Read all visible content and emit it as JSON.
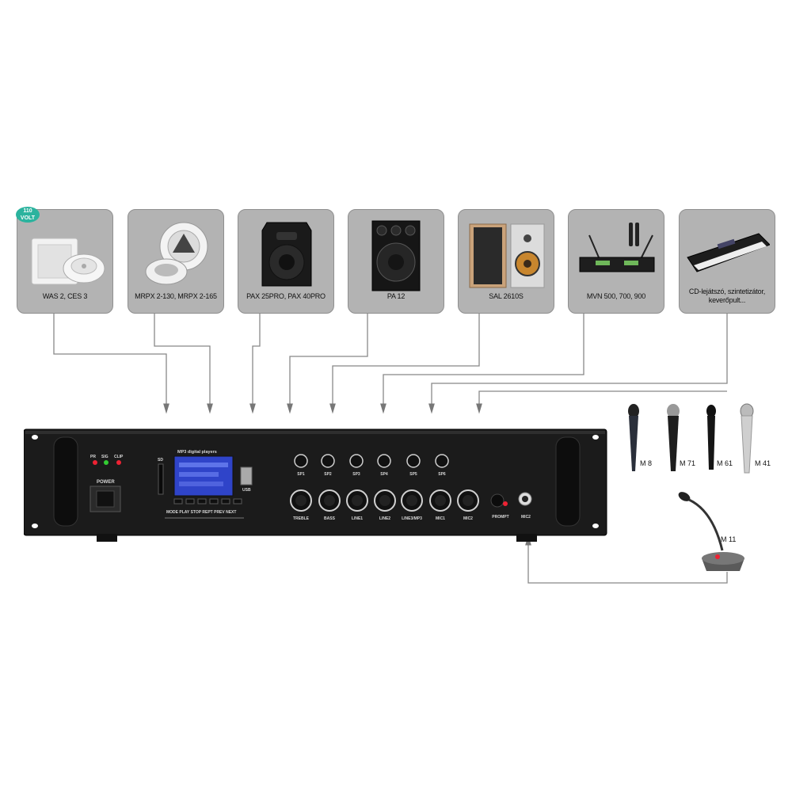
{
  "devices": [
    {
      "id": "was2",
      "label": "WAS 2, CES 3",
      "badge_top": "110",
      "badge_bottom": "VOLT"
    },
    {
      "id": "mrpx",
      "label": "MRPX 2-130, MRPX 2-165"
    },
    {
      "id": "pax",
      "label": "PAX 25PRO, PAX 40PRO"
    },
    {
      "id": "pa12",
      "label": "PA 12"
    },
    {
      "id": "sal",
      "label": "SAL 2610S"
    },
    {
      "id": "mvn",
      "label": "MVN 500, 700, 900"
    },
    {
      "id": "cd",
      "label": "CD-lejátszó, szintetizátor, keverőpult..."
    }
  ],
  "microphones": [
    "M 8",
    "M 71",
    "M 61",
    "M 41",
    "M 11"
  ],
  "amplifier": {
    "power_label": "POWER",
    "led_labels": [
      "PR",
      "SIG",
      "CLIP"
    ],
    "player_title": "MP3 digital players",
    "sd_label": "SD",
    "usb_label": "USB",
    "player_buttons": "MODE PLAY STOP REPT PREV NEXT",
    "speaker_knobs": [
      "SP1",
      "SP2",
      "SP3",
      "SP4",
      "SP5",
      "SP6"
    ],
    "tone_knobs": [
      "TREBLE",
      "BASS",
      "LINE1",
      "LINE2",
      "LINE3/MP3",
      "MIC1",
      "MIC2"
    ],
    "prompt_label": "PROMPT",
    "mic2_label": "MIC2"
  },
  "colors": {
    "card_bg": "#b3b3b3",
    "amp_body": "#1b1b1b",
    "line": "#777777",
    "badge": "#2bb39e"
  }
}
